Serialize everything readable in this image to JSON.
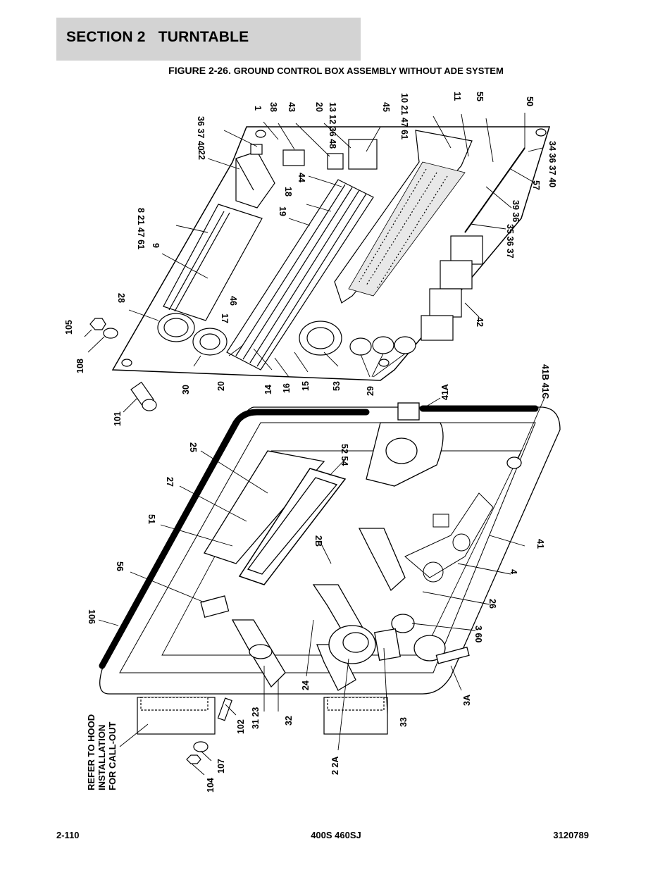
{
  "header": {
    "section_title": "SECTION 2   TURNTABLE"
  },
  "figure": {
    "caption_prefix": "FIGURE 2-26.",
    "caption_rest": "GROUND CONTROL BOX ASSEMBLY WITHOUT ADE SYSTEM"
  },
  "callouts": {
    "c1": "1",
    "c38": "38",
    "c43": "43",
    "c20_top": "20",
    "c13_12_36_48": "13 12 36 48",
    "c45": "45",
    "c10_21_47_61": "10 21 47 61",
    "c11": "11",
    "c55": "55",
    "c50": "50",
    "c36_37_40_top": "36 37 40",
    "c22": "22",
    "c44": "44",
    "c18": "18",
    "c19": "19",
    "c8_21_47_61": "8 21 47 61",
    "c9": "9",
    "c28": "28",
    "c46": "46",
    "c17": "17",
    "c34_36_37_40": "34 36 37 40",
    "c57": "57",
    "c39_36": "39 36",
    "c35_36_37": "35 36 37",
    "c42": "42",
    "c105": "105",
    "c108": "108",
    "c101": "101",
    "c30": "30",
    "c20_bottom": "20",
    "c14": "14",
    "c16": "16",
    "c15": "15",
    "c53": "53",
    "c29": "29",
    "c41a": "41A",
    "c41b_41c": "41B 41C",
    "c25": "25",
    "c27": "27",
    "c51": "51",
    "c52_54": "52 54",
    "c2b": "2B",
    "c56": "56",
    "c106": "106",
    "c41": "41",
    "c4": "4",
    "c26": "26",
    "c3_60": "3 60",
    "c24": "24",
    "c3a": "3A",
    "c31_23": "31 23",
    "c32": "32",
    "c33": "33",
    "c2_2a": "2 2A",
    "c102": "102",
    "c107": "107",
    "c104": "104",
    "c refer": "REFER TO HOOD INSTALLATION FOR CALL-OUT"
  },
  "refer_note": [
    "REFER TO HOOD",
    "INSTALLATION",
    "FOR CALL-OUT"
  ],
  "footer": {
    "page": "2-110",
    "model": "400S 460SJ",
    "part_number": "3120789"
  }
}
